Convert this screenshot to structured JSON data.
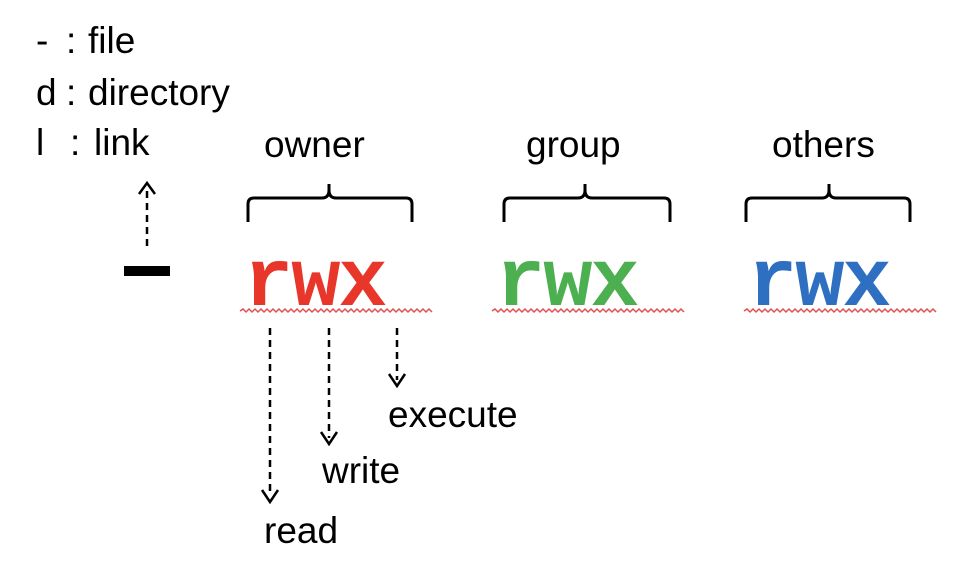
{
  "legend": [
    {
      "symbol": "-",
      "sep": ":",
      "meaning": "file"
    },
    {
      "symbol": "d",
      "sep": ":",
      "meaning": "directory"
    },
    {
      "symbol": "l",
      "sep": ":",
      "meaning": "link"
    }
  ],
  "type_char": "-",
  "groups": [
    {
      "label": "owner",
      "perms": "rwx",
      "color": "#e8372a"
    },
    {
      "label": "group",
      "perms": "rwx",
      "color": "#4caf50"
    },
    {
      "label": "others",
      "perms": "rwx",
      "color": "#2e6fc2"
    }
  ],
  "bits": {
    "read": "read",
    "write": "write",
    "execute": "execute"
  },
  "colors": {
    "text": "#000000",
    "squiggle": "#e05050"
  }
}
